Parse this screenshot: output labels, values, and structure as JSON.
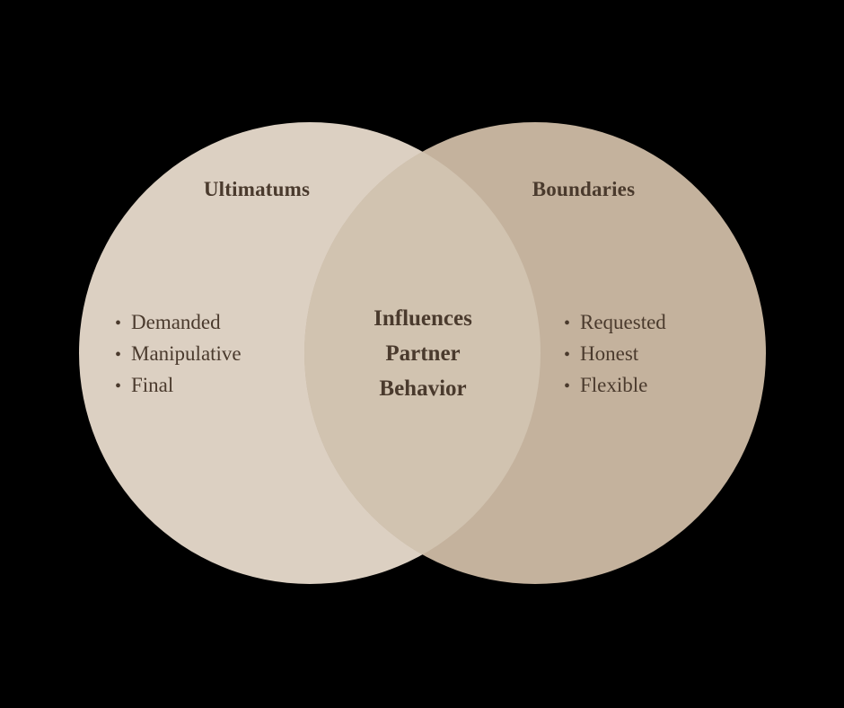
{
  "diagram": {
    "type": "venn",
    "background_color": "#000000",
    "text_color": "#4a3a2d",
    "left_set": {
      "title": "Ultimatums",
      "fill_color": "#dcd0c2",
      "items": [
        "Demanded",
        "Manipulative",
        "Final"
      ]
    },
    "right_set": {
      "title": "Boundaries",
      "fill_color": "#c4b29d",
      "items": [
        "Requested",
        "Honest",
        "Flexible"
      ]
    },
    "intersection": {
      "fill_color": "#d1c3b0",
      "lines": [
        "Influences",
        "Partner",
        "Behavior"
      ]
    },
    "bullet_glyph": "•"
  }
}
